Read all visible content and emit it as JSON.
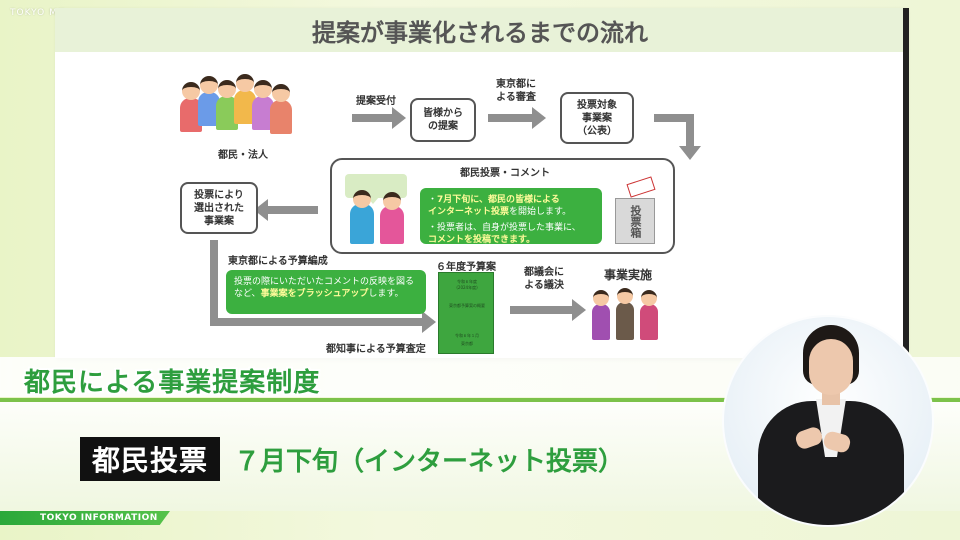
{
  "station_logo": "TOKYO MX",
  "board": {
    "title": "提案が事業化されるまでの流れ",
    "crowd_label": "都民・法人",
    "step_receive": "提案受付",
    "box_proposal": "皆様から\nの提案",
    "step_review": "東京都に\nよる審査",
    "box_target": "投票対象\n事業案\n（公表）",
    "vote_panel_title": "都民投票・コメント",
    "vote_note_line1_a": "7月下旬に、都民の皆様による",
    "vote_note_line1_b": "インターネット投票",
    "vote_note_line1_c": "を開始します。",
    "vote_note_line2_a": "投票者は、自身が投票した事業に、",
    "vote_note_line2_b": "コメントを投稿できます。",
    "ballot_text": "投票箱",
    "box_selected": "投票により\n選出された\n事業案",
    "budget_label": "東京都による予算編成",
    "budget_note_a": "投票の際にいただいたコメントの反映を図るなど、",
    "budget_note_b": "事業案をブラッシュアップ",
    "budget_note_c": "します。",
    "governor_label": "都知事による予算査定",
    "budget_book_label": "６年度予算案",
    "budget_book_lines": [
      "令和６年度",
      "(2024年度)",
      "東京都予算案の概要",
      "令和６年１月",
      "東京都"
    ],
    "assembly_label": "都議会に\nよる議決",
    "implementation_label": "事業実施"
  },
  "overlay": {
    "title": "都民による事業提案制度",
    "tag": "都民投票",
    "caption": "７月下旬（インターネット投票）",
    "info_bar": "TOKYO INFORMATION"
  },
  "colors": {
    "accent_green": "#2e9e3e",
    "note_green": "#3cb040",
    "arrow_gray": "#8f8f8f"
  }
}
